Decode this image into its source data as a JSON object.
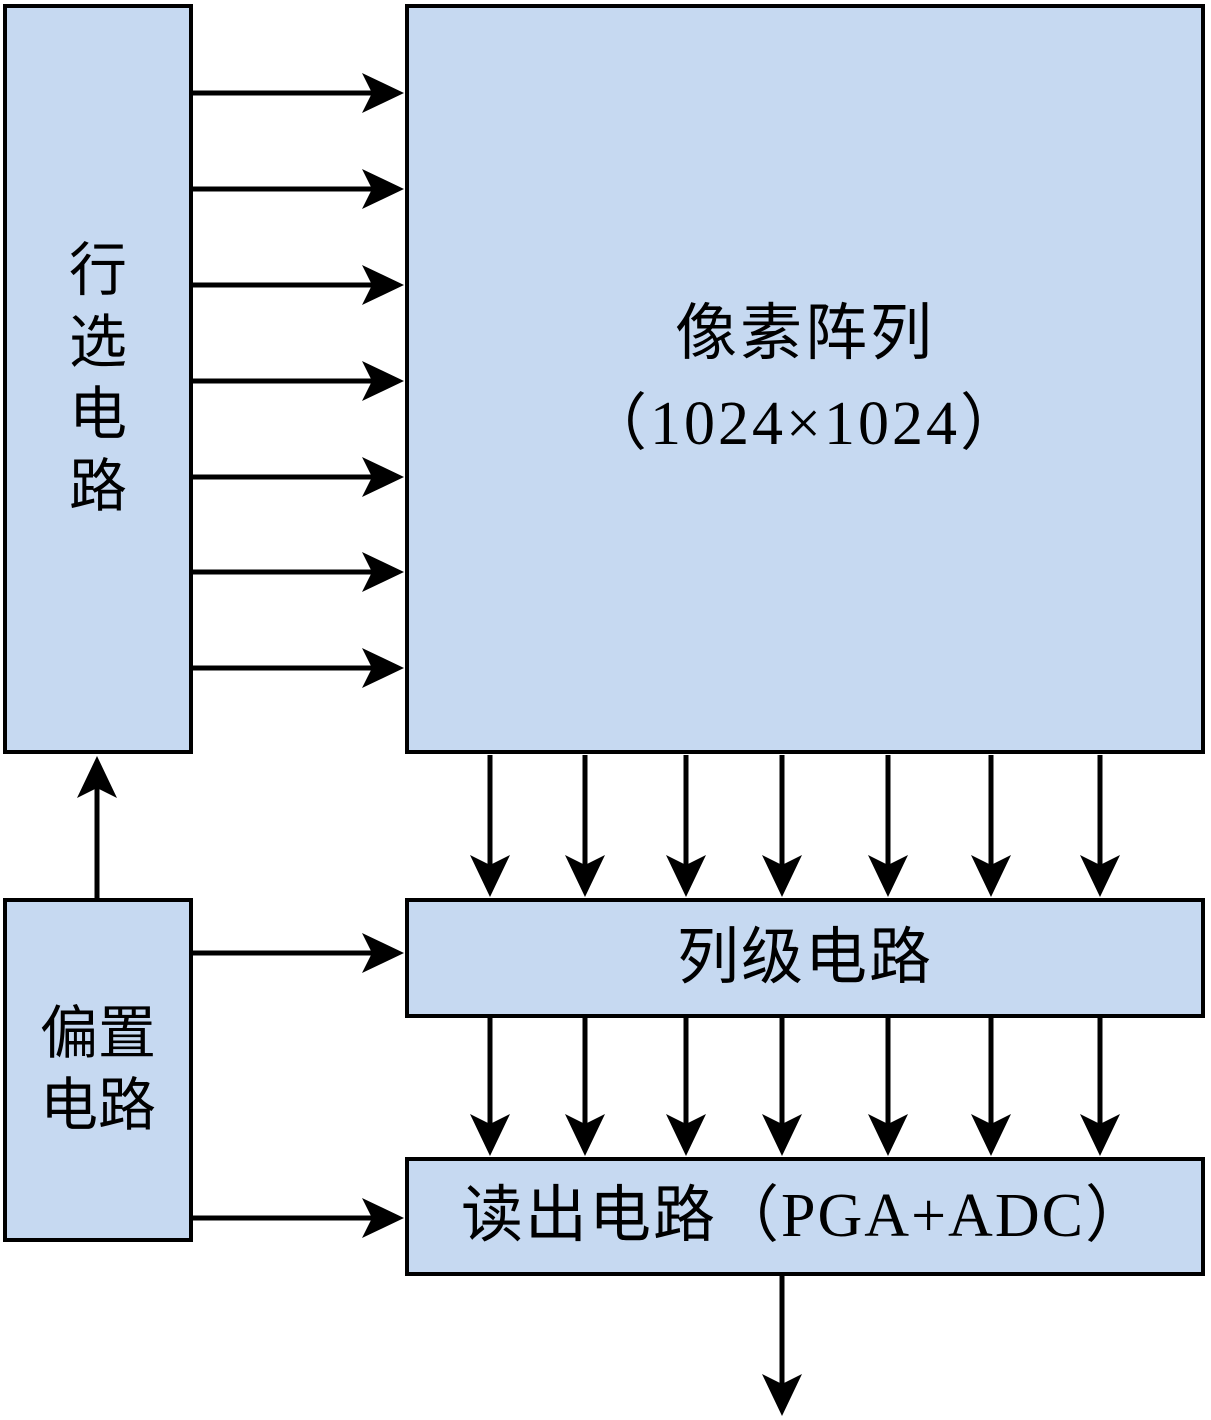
{
  "diagram": {
    "style": {
      "background": "#ffffff",
      "box_fill": "#c6d9f1",
      "box_border": "#000000",
      "arrow_color": "#000000"
    },
    "blocks": {
      "row_select": {
        "label": "行选电路"
      },
      "pixel_array": {
        "label_line1": "像素阵列",
        "label_line2": "（1024×1024）"
      },
      "column_circuit": {
        "label": "列级电路"
      },
      "readout_circuit": {
        "label": "读出电路（PGA+ADC）"
      },
      "bias_circuit": {
        "label": "偏置电路"
      }
    },
    "connections": [
      {
        "from": "row_select",
        "to": "pixel_array",
        "direction": "right",
        "count": 7
      },
      {
        "from": "pixel_array",
        "to": "column_circuit",
        "direction": "down",
        "count": 7
      },
      {
        "from": "column_circuit",
        "to": "readout_circuit",
        "direction": "down",
        "count": 7
      },
      {
        "from": "bias_circuit",
        "to": "row_select",
        "direction": "up",
        "count": 1
      },
      {
        "from": "bias_circuit",
        "to": "column_circuit",
        "direction": "right",
        "count": 1
      },
      {
        "from": "bias_circuit",
        "to": "readout_circuit",
        "direction": "right",
        "count": 1
      },
      {
        "from": "readout_circuit",
        "to": "output",
        "direction": "down",
        "count": 1
      }
    ]
  }
}
